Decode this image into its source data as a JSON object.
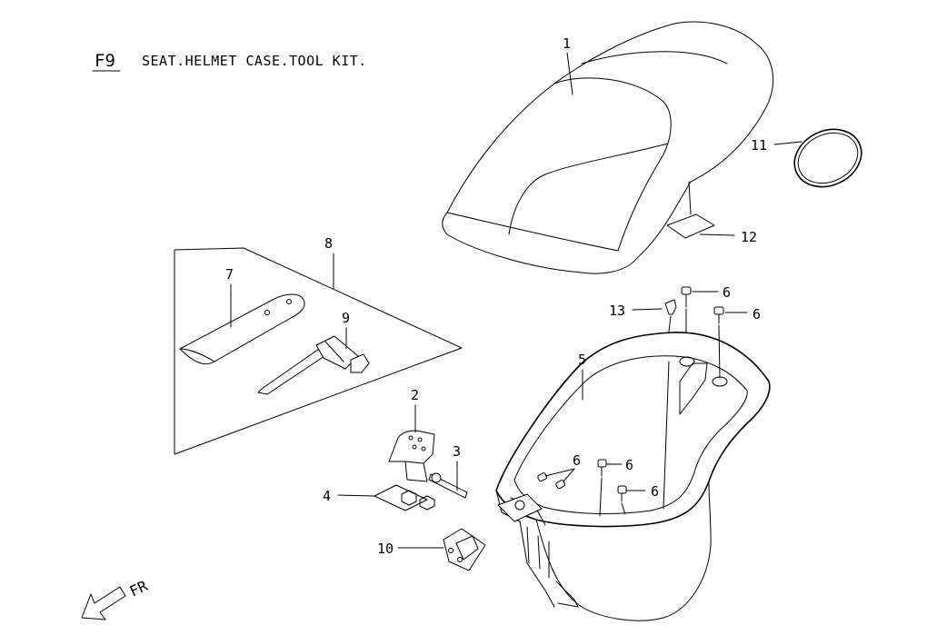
{
  "header": {
    "code": "F9",
    "title": "SEAT.HELMET CASE.TOOL KIT."
  },
  "callouts": {
    "seat": "1",
    "hinge": "2",
    "bolt": "3",
    "nut": "4",
    "helmet_case": "5",
    "screw_a": "6",
    "screw_b": "6",
    "screw_c": "6",
    "screw_d": "6",
    "screw_e": "6",
    "tool_bag": "7",
    "tool_kit": "8",
    "spark_plug_wrench": "9",
    "bracket": "10",
    "ring": "11",
    "label": "12",
    "clip": "13"
  },
  "direction": {
    "label": "FR"
  }
}
